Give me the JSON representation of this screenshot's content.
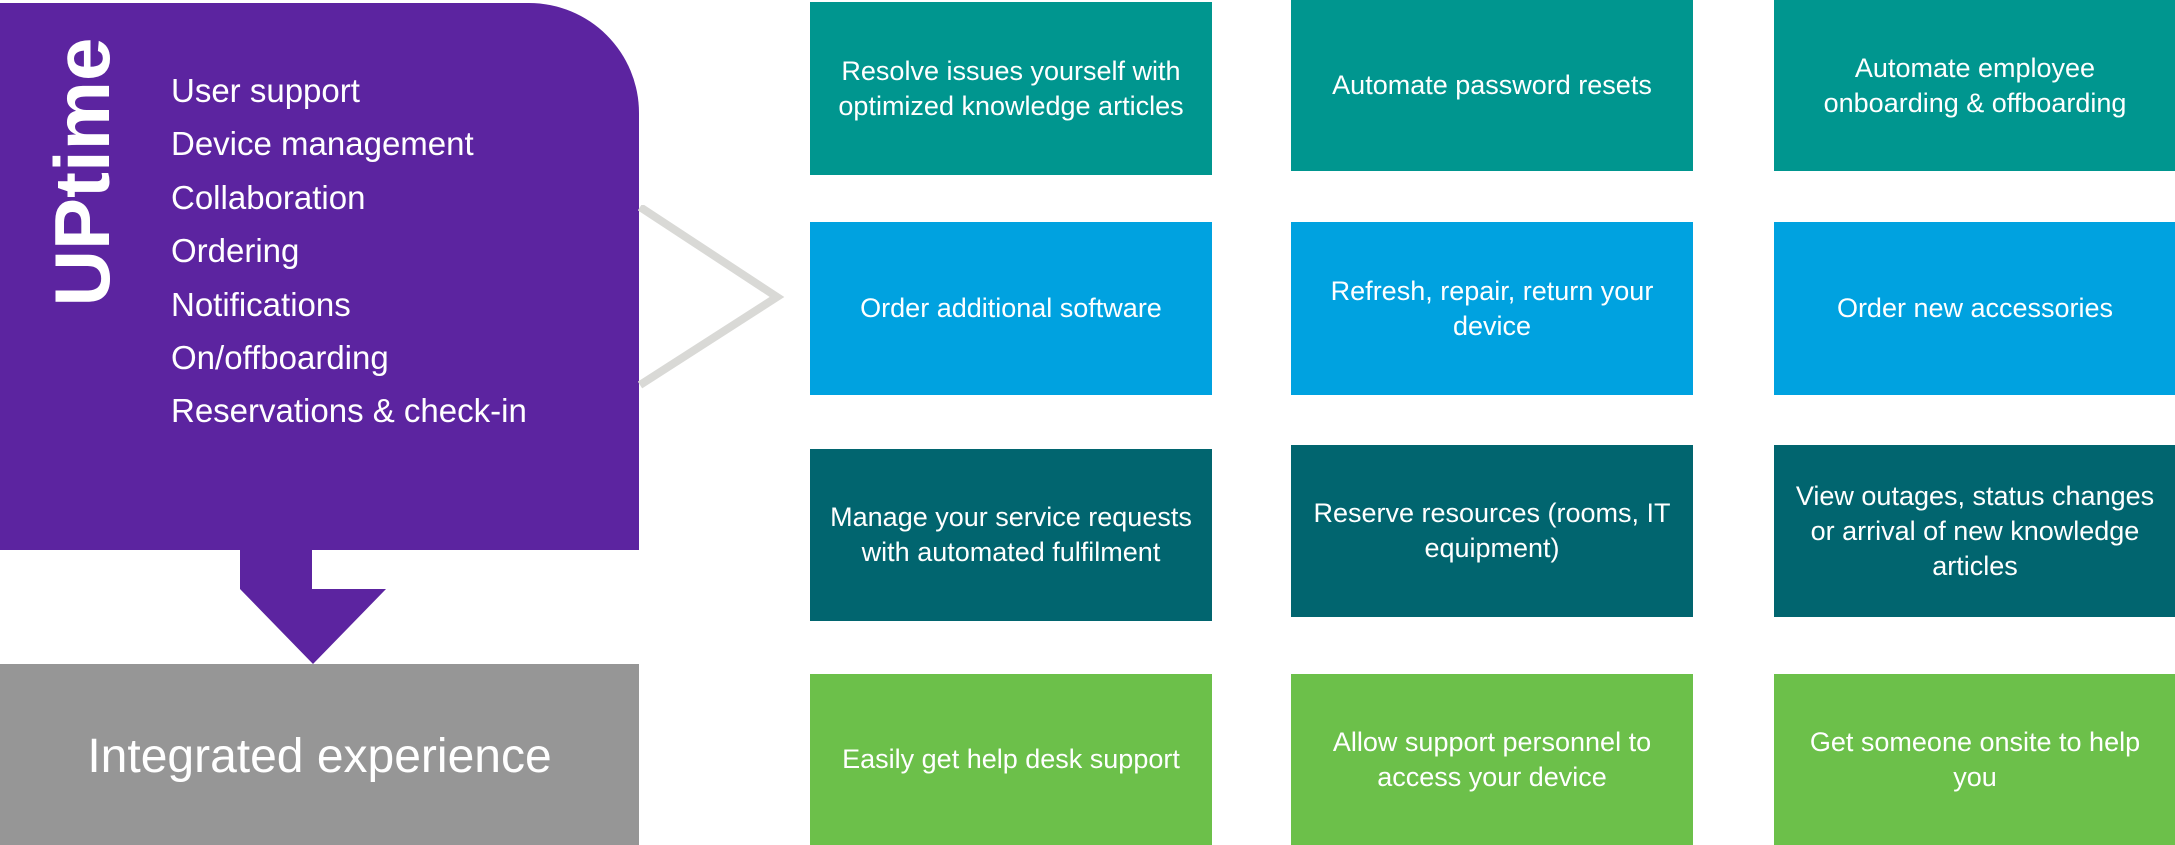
{
  "colors": {
    "uptime_purple": "#5c24a0",
    "chevron_gray": "#d9d9d6",
    "integrated_gray": "#969696",
    "teal": "#00968f",
    "blue": "#00a2e0",
    "dark_teal": "#01656f",
    "green": "#6cc04a"
  },
  "uptime": {
    "title": "UPtime",
    "features": [
      "User support",
      "Device management",
      "Collaboration",
      "Ordering",
      "Notifications",
      "On/offboarding",
      "Reservations & check-in"
    ]
  },
  "integrated": {
    "label": "Integrated experience"
  },
  "tiles": [
    [
      "Resolve issues yourself with optimized knowledge articles",
      "Automate password resets",
      "Automate employee onboarding & offboarding"
    ],
    [
      "Order additional software",
      "Refresh, repair, return your device",
      "Order new accessories"
    ],
    [
      "Manage your service requests with automated fulfilment",
      "Reserve resources (rooms, IT equipment)",
      "View outages, status changes or arrival of new knowledge articles"
    ],
    [
      "Easily get help desk support",
      "Allow support personnel to access your device",
      "Get someone onsite to help you"
    ]
  ]
}
